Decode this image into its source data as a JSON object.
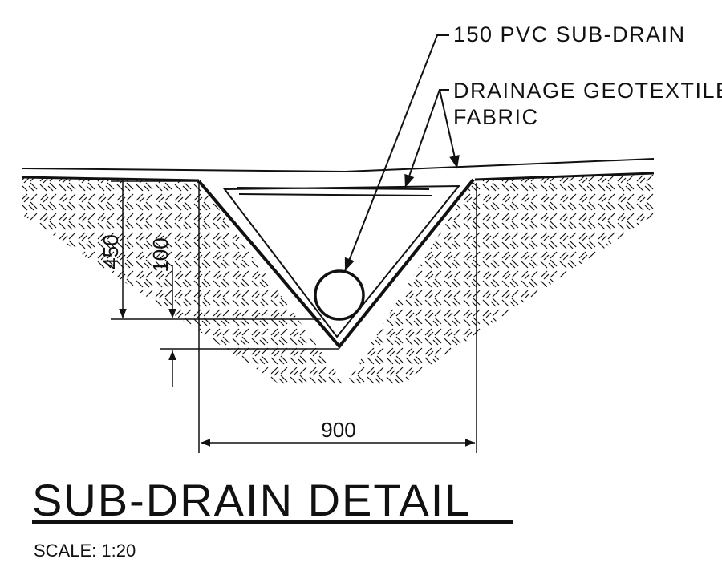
{
  "labels": {
    "pipe": "150 PVC SUB-DRAIN",
    "fabric_line1": "DRAINAGE GEOTEXTILE",
    "fabric_line2": "FABRIC"
  },
  "dimensions": {
    "depth_total": "450",
    "depth_bed": "100",
    "width": "900"
  },
  "title": "SUB-DRAIN DETAIL",
  "scale": "SCALE: 1:20",
  "colors": {
    "ink": "#111111",
    "paper": "#ffffff"
  }
}
